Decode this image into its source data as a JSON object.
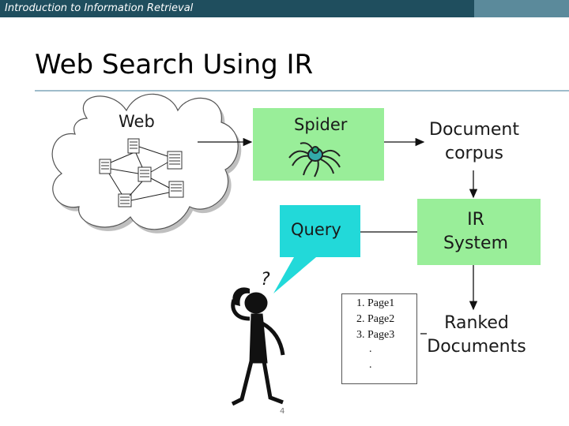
{
  "header": {
    "course": "Introduction to Information Retrieval"
  },
  "slide": {
    "title": "Web Search Using IR",
    "web_label": "Web",
    "spider_label": "Spider",
    "document_corpus_line1": "Document",
    "document_corpus_line2": "corpus",
    "query_label": "Query",
    "ir_system_line1": "IR",
    "ir_system_line2": "System",
    "ranked_line1": "Ranked",
    "ranked_line2": "Documents",
    "question_mark": "?",
    "results": [
      "1. Page1",
      "2. Page2",
      "3. Page3"
    ],
    "results_dots": [
      ".",
      "."
    ],
    "page_number": "4"
  },
  "colors": {
    "header_bar": "#1f4e5e",
    "header_bar_right": "#5b8a9b",
    "spider_box": "#99ee99",
    "query_bubble": "#22d9d9"
  }
}
